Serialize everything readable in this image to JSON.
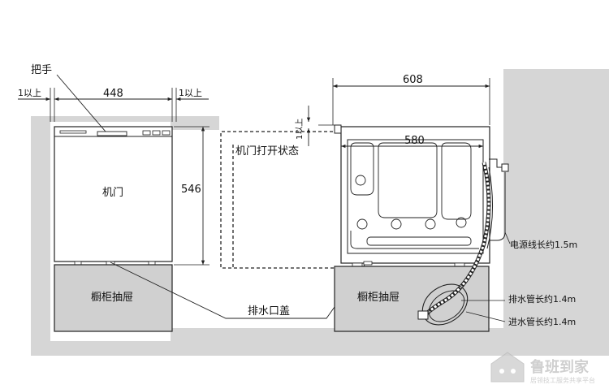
{
  "labels": {
    "handle": "把手",
    "gap_left": "1以上",
    "gap_right": "1以上",
    "gap_top": "1以上",
    "front_width": "448",
    "height": "546",
    "door": "机门",
    "door_open_state": "机门打开状态",
    "drawer_left": "橱柜抽屉",
    "drawer_right": "橱柜抽屉",
    "drain_cover": "排水口盖",
    "side_depth": "608",
    "inner_depth": "580",
    "power_cord": "电源线长约1.5m",
    "drain_hose": "排水管长约1.4m",
    "inlet_hose": "进水管长约1.4m"
  },
  "watermark": {
    "brand": "鲁班到家",
    "tagline": "居领技工服务共享平台"
  },
  "colors": {
    "background_gray": "#d6d6d6",
    "line": "#222222",
    "drawer_fill": "#d0d0d0"
  }
}
